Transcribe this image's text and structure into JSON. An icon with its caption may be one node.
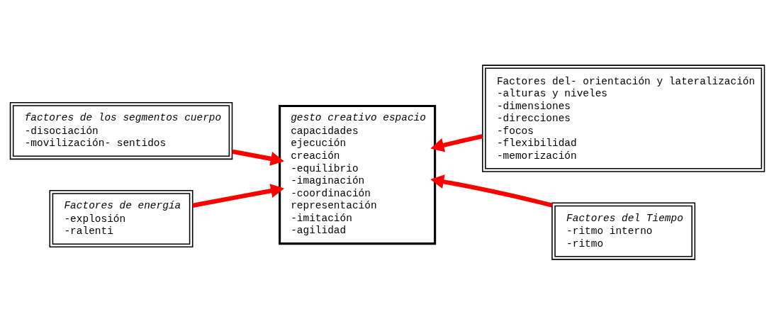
{
  "diagram": {
    "nodes": [
      {
        "text": [
          "factores de los segmentos cuerpo",
          "-disociación",
          "-movilización- sentidos"
        ]
      },
      {
        "text": [
          "gesto creativo espacio",
          "capacidades",
          "ejecución",
          "creación",
          "-equilibrio",
          "-imaginación",
          "-coordinación",
          "representación",
          "-imitación",
          "-agilidad"
        ]
      },
      {
        "text": [
          "Factores del- orientación y lateralización",
          "-alturas y niveles",
          "-dimensiones",
          "-direcciones",
          "-focos",
          "-flexibilidad",
          "-memorización"
        ]
      },
      {
        "text": [
          "Factores de energía",
          "-explosión",
          "-ralenti"
        ]
      },
      {
        "text": [
          "Factores del Tiempo",
          "-ritmo interno",
          "-ritmo"
        ]
      }
    ],
    "edges": [
      {
        "from": 0,
        "to": 1,
        "arrow": "to"
      },
      {
        "from": 2,
        "to": 1,
        "arrow": "to"
      },
      {
        "from": 3,
        "to": 1,
        "arrow": "to"
      },
      {
        "from": 4,
        "to": 1,
        "arrow": "to"
      }
    ]
  }
}
